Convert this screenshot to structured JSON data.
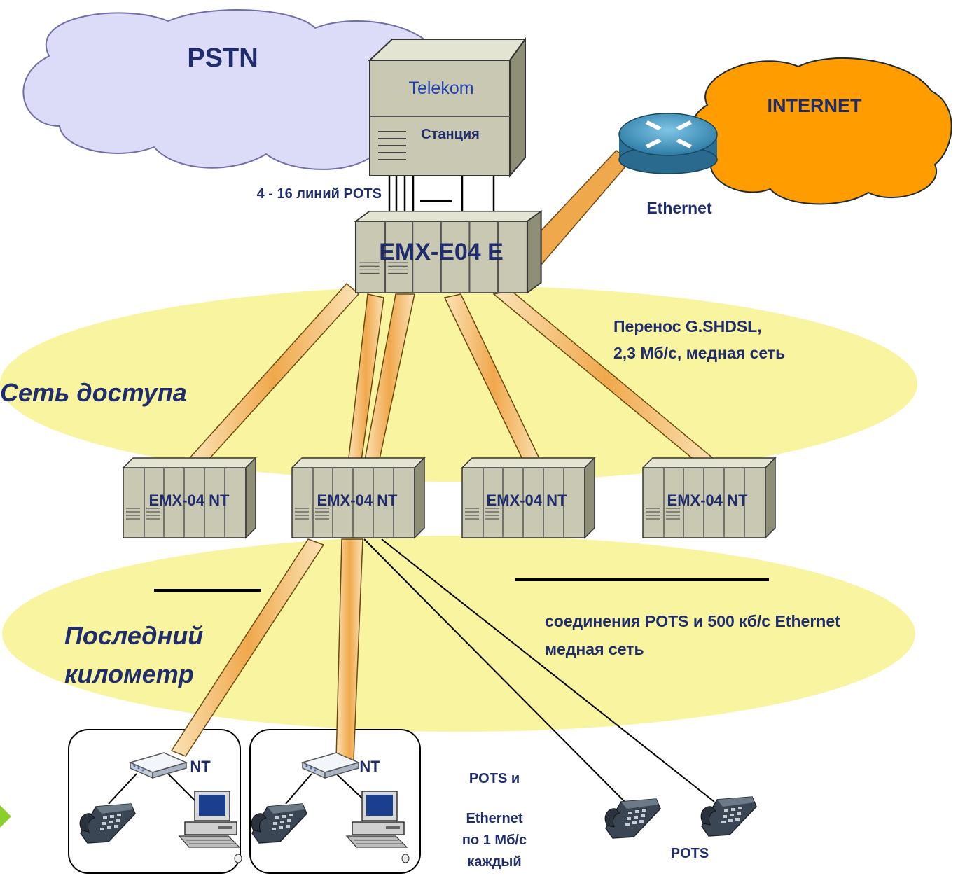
{
  "clouds": {
    "pstn": "PSTN",
    "internet": "INTERNET"
  },
  "station": {
    "brand": "Telekom",
    "name": "Станция"
  },
  "lines_label": "4 - 16  линий POTS",
  "ethernet_label": "Ethernet",
  "central_unit": "EMX-E04 E",
  "transport_label": [
    "Перенос G.SHDSL,",
    "2,3 Мб/с, медная сеть"
  ],
  "zones": {
    "access": "Сеть доступа",
    "last_mile": [
      "Последний",
      "километр"
    ]
  },
  "remote_units": [
    "EMX-04 NT",
    "EMX-04 NT",
    "EMX-04 NT",
    "EMX-04 NT"
  ],
  "connections_label": [
    "соединения POTS и 500 кб/с Ethernet",
    "медная сеть"
  ],
  "nt_labels": [
    "NT",
    "NT"
  ],
  "pots_ethernet_note": [
    "POTS и",
    "Ethernet",
    "по 1 Мб/с",
    "каждый"
  ],
  "pots_label": "POTS",
  "colors": {
    "zone": "#f8f4a0",
    "pstn_cloud": "#dcdcf8",
    "internet_cloud": "#ff9d00",
    "label": "#1f2d6e",
    "unit_body": "#c9c9b3",
    "arrow": "#f2b66b",
    "router": "#3c93bd"
  },
  "icons": [
    "router-icon",
    "telephone-icon",
    "computer-icon",
    "nt-modem-icon",
    "play-arrow-icon"
  ]
}
